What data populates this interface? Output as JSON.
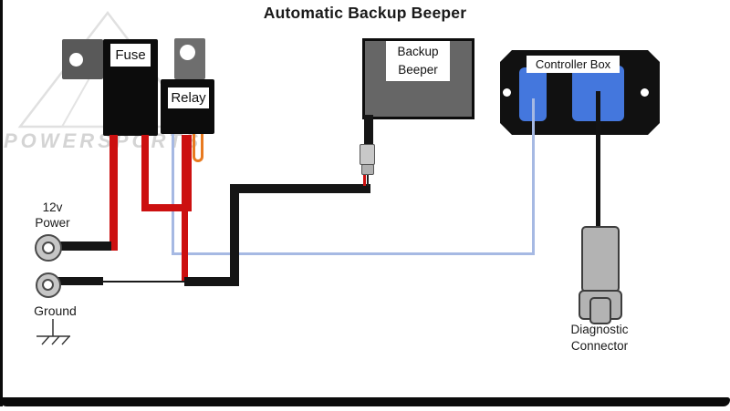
{
  "title": "Automatic Backup Beeper",
  "watermark": {
    "brand": "POWERSPORTS"
  },
  "labels": {
    "fuse": "Fuse",
    "relay": "Relay",
    "backup_beeper_line1": "Backup",
    "backup_beeper_line2": "Beeper",
    "controller_box": "Controller Box",
    "diagnostic_line1": "Diagnostic",
    "diagnostic_line2": "Connector",
    "power_line1": "12v",
    "power_line2": "Power",
    "ground": "Ground"
  },
  "colors": {
    "wire_red": "#cc1010",
    "wire_blue": "#a6b9e3",
    "wire_orange": "#e87a20",
    "wire_black": "#151515",
    "thin_black": "#1a1a1a",
    "connector_blue": "#4477dd"
  }
}
